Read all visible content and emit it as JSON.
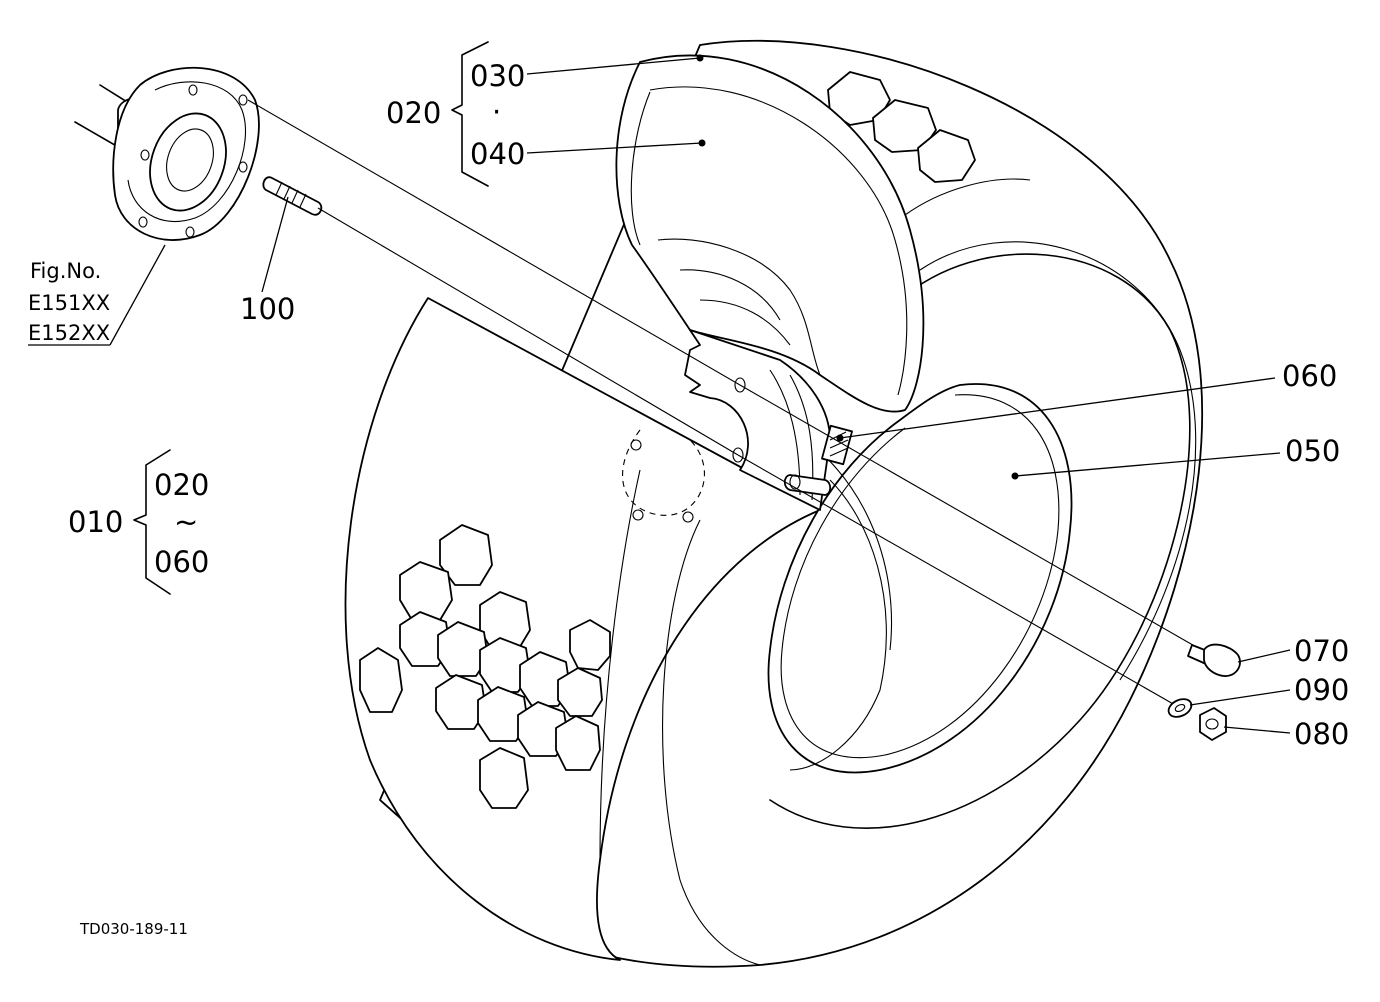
{
  "diagram": {
    "part_labels": {
      "p010": "010",
      "p020_top": "020",
      "p030": "030",
      "p040": "040",
      "p020_range_start": "020",
      "p060_range_end": "060",
      "p050": "050",
      "p060": "060",
      "p070": "070",
      "p080": "080",
      "p090": "090",
      "p100": "100"
    },
    "range_symbol": "~",
    "dot_symbol": "·",
    "figure_reference": {
      "title": "Fig.No.",
      "numbers": [
        "E151XX",
        "E152XX"
      ]
    },
    "drawing_code": "TD030-189-11"
  }
}
